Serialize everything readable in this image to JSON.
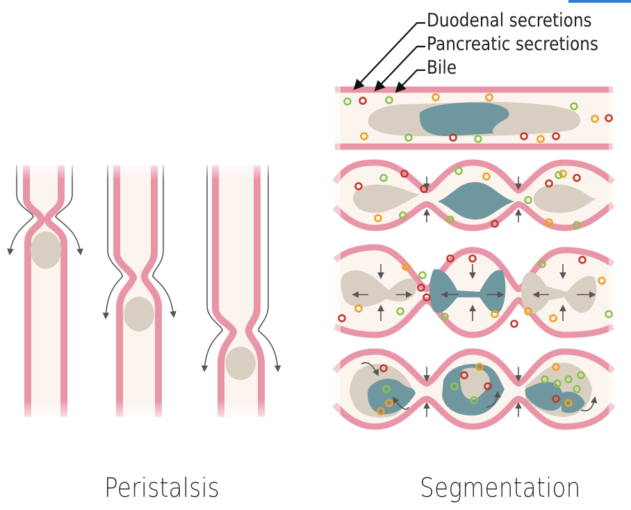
{
  "captions": {
    "left": "Peristalsis",
    "right": "Segmentation"
  },
  "labels": {
    "duodenal": "Duodenal secretions",
    "pancreatic": "Pancreatic secretions",
    "bile": "Bile"
  },
  "colors": {
    "wall": "#e995a8",
    "wall_edge": "#d97a92",
    "lumen": "#fbf4ef",
    "chyme": "#d8cfc2",
    "secretion_mix": "#6f97a0",
    "dot_red": "#c0392b",
    "dot_orange": "#f0a020",
    "dot_green": "#8bc34a",
    "arrow": "#666666",
    "accent": "#2f7fd1"
  }
}
